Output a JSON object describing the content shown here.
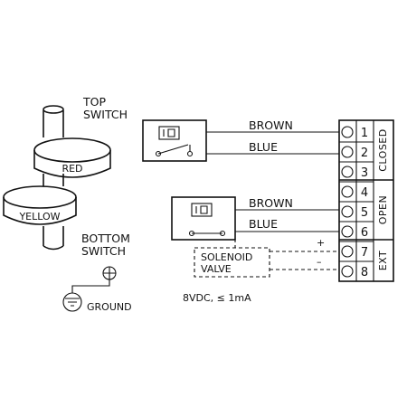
{
  "labels": {
    "top_switch": [
      "TOP",
      "SWITCH"
    ],
    "bottom_switch": [
      "BOTTOM",
      "SWITCH"
    ],
    "red": "RED",
    "yellow": "YELLOW",
    "ground": "GROUND",
    "brown_top": "BROWN",
    "blue_top": "BLUE",
    "brown_bottom": "BROWN",
    "blue_bottom": "BLUE",
    "solenoid": [
      "SOLENOID",
      "VALVE"
    ],
    "plus": "+",
    "minus": "–",
    "rating": "8VDC, ≤ 1mA"
  },
  "terminals": [
    "1",
    "2",
    "3",
    "4",
    "5",
    "6",
    "7",
    "8"
  ],
  "groups": {
    "closed": "CLOSED",
    "open": "OPEN",
    "ext": "EXT"
  }
}
